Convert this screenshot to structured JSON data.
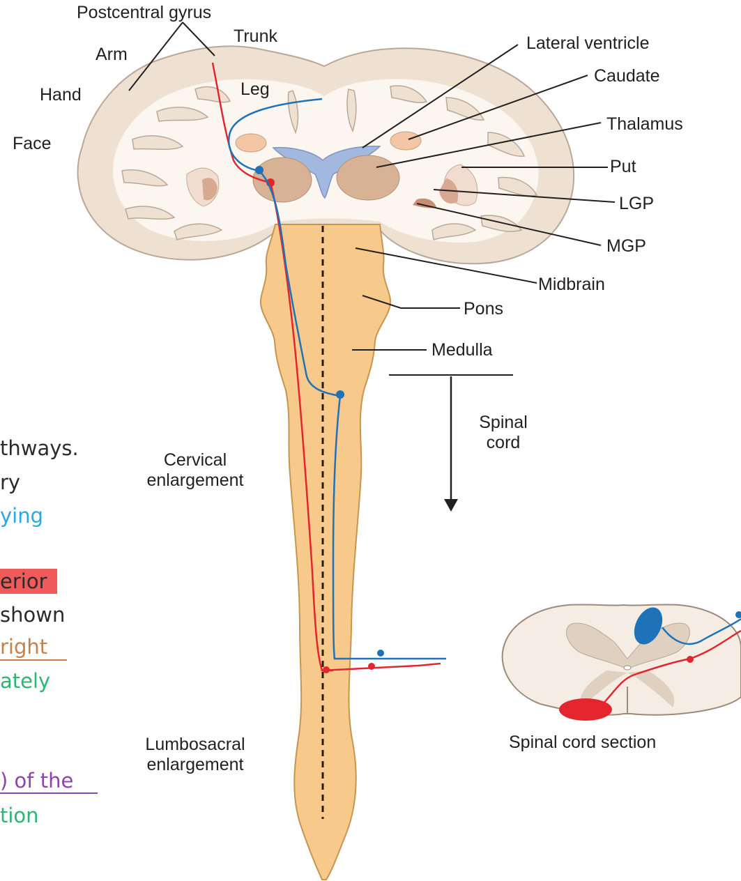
{
  "labels": {
    "postcentral_gyrus": "Postcentral gyrus",
    "trunk": "Trunk",
    "arm": "Arm",
    "hand": "Hand",
    "face": "Face",
    "leg": "Leg",
    "lateral_ventricle": "Lateral ventricle",
    "caudate": "Caudate",
    "thalamus": "Thalamus",
    "put": "Put",
    "lgp": "LGP",
    "mgp": "MGP",
    "midbrain": "Midbrain",
    "pons": "Pons",
    "medulla": "Medulla",
    "spinal_cord_line1": "Spinal",
    "spinal_cord_line2": "cord",
    "cervical_line1": "Cervical",
    "cervical_line2": "enlargement",
    "lumbo_line1": "Lumbosacral",
    "lumbo_line2": "enlargement",
    "section_caption": "Spinal cord section"
  },
  "slide_fragments": [
    {
      "text": "thways.",
      "color": "#2b2b2b"
    },
    {
      "text": "ry",
      "color": "#2b2b2b"
    },
    {
      "text": "ying",
      "color": "#29a9e0"
    },
    {
      "text": "erior",
      "color": "#2b2b2b",
      "highlight": "#f05a5a"
    },
    {
      "text": "shown",
      "color": "#2b2b2b"
    },
    {
      "text": "right",
      "color": "#c8804a",
      "underline": "#c8804a"
    },
    {
      "text": "ately",
      "color": "#2bb673"
    },
    {
      "text": ") of the",
      "color": "#8e44ad",
      "underline": "#8e44ad"
    },
    {
      "text": "tion",
      "color": "#2bb673"
    }
  ],
  "colors": {
    "cortex": "#efe1d2",
    "white_matter": "#fbf6ef",
    "brainstem": "#f7c98a",
    "ventricle": "#a3b8df",
    "deep_nuclei": "#d8b295",
    "red_pathway": "#e3262e",
    "blue_pathway": "#1e73b8"
  }
}
